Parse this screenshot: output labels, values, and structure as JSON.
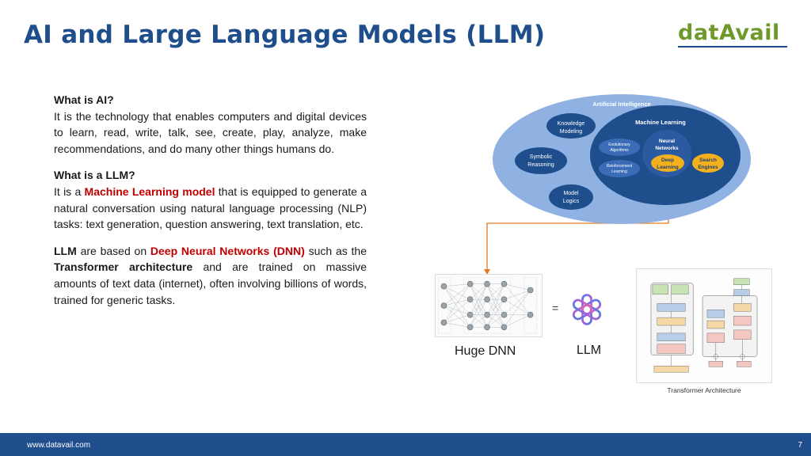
{
  "slide": {
    "title": "AI and Large Language Models (LLM)",
    "logo_text": "datAvail"
  },
  "content": {
    "ai_heading": "What is AI?",
    "ai_text": "It is the technology that enables computers and digital devices to learn, read, write, talk, see, create, play, analyze, make recommendations, and do many other things humans do.",
    "llm_heading": "What is a LLM?",
    "llm_text_1": "It is a",
    "llm_highlight": "Machine Learning model",
    "llm_text_2": "that is equipped to generate a natural conversation using natural language processing (NLP) tasks: text generation, question answering, text translation, etc.",
    "dnn_bold_1": "LLM",
    "dnn_text_1": "are based on",
    "dnn_highlight": "Deep Neural Networks (DNN)",
    "dnn_text_2": "such as the",
    "dnn_bold_2": "Transformer architecture",
    "dnn_text_3": "and are trained on massive amounts of text data (internet), often involving billions of words, trained for generic tasks."
  },
  "diagram": {
    "artificial_intelligence": "Artificial Intelligence",
    "machine_learning": "Machine Learning",
    "knowledge_modeling_1": "Knowledge",
    "knowledge_modeling_2": "Modeling",
    "symbolic_reasoning_1": "Symbolic",
    "symbolic_reasoning_2": "Reasoning",
    "model_logics_1": "Model",
    "model_logics_2": "Logics",
    "evolutionary_1": "Evolutionary",
    "evolutionary_2": "Algorithms",
    "reinforcement_1": "Reinforcement",
    "reinforcement_2": "Learning",
    "neural_networks_1": "Neural",
    "neural_networks_2": "Networks",
    "deep_learning_1": "Deep",
    "deep_learning_2": "Learning",
    "search_engines_1": "Search",
    "search_engines_2": "Engines"
  },
  "figures": {
    "equals": "=",
    "dnn_caption": "Huge DNN",
    "llm_caption": "LLM",
    "transformer_caption": "Transformer Architecture"
  },
  "footer": {
    "url": "www.datavail.com",
    "page_number": "7"
  },
  "colors": {
    "title_blue": "#1f4e8c",
    "highlight_red": "#c00000",
    "logo_green": "#6f9a2b",
    "ai_outer": "#8fb2e3",
    "ml_inner": "#1f4e8c",
    "node_blue": "#2b5aa0",
    "deep_learning_gold": "#f2b01e",
    "connector_orange": "#e07b24"
  }
}
